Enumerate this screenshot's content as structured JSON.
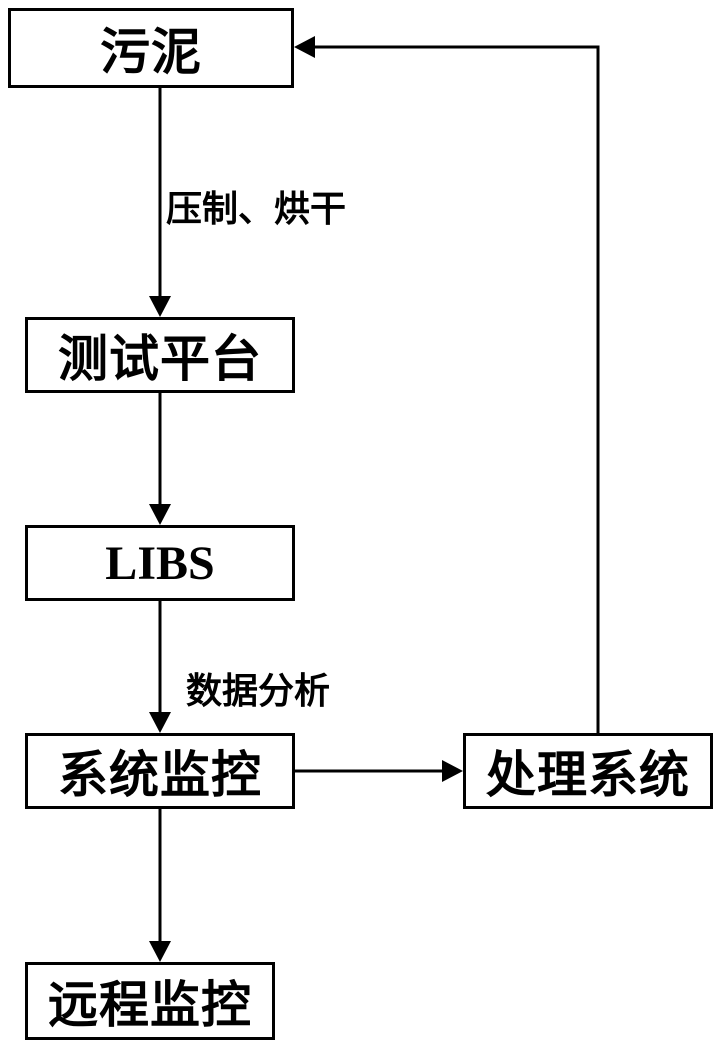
{
  "diagram": {
    "nodes": {
      "sludge": "污泥",
      "test_platform": "测试平台",
      "libs": "LIBS",
      "system_monitor": "系统监控",
      "remote_monitor": "远程监控",
      "treatment_system": "处理系统"
    },
    "edge_labels": {
      "press_dry": "压制、烘干",
      "data_analysis": "数据分析"
    },
    "edges": [
      {
        "from": "sludge",
        "to": "test_platform",
        "label": "press_dry"
      },
      {
        "from": "test_platform",
        "to": "libs",
        "label": ""
      },
      {
        "from": "libs",
        "to": "system_monitor",
        "label": "data_analysis"
      },
      {
        "from": "system_monitor",
        "to": "remote_monitor",
        "label": ""
      },
      {
        "from": "system_monitor",
        "to": "treatment_system",
        "label": ""
      },
      {
        "from": "treatment_system",
        "to": "sludge",
        "label": ""
      }
    ],
    "colors": {
      "stroke": "#000000",
      "background": "#ffffff"
    }
  }
}
